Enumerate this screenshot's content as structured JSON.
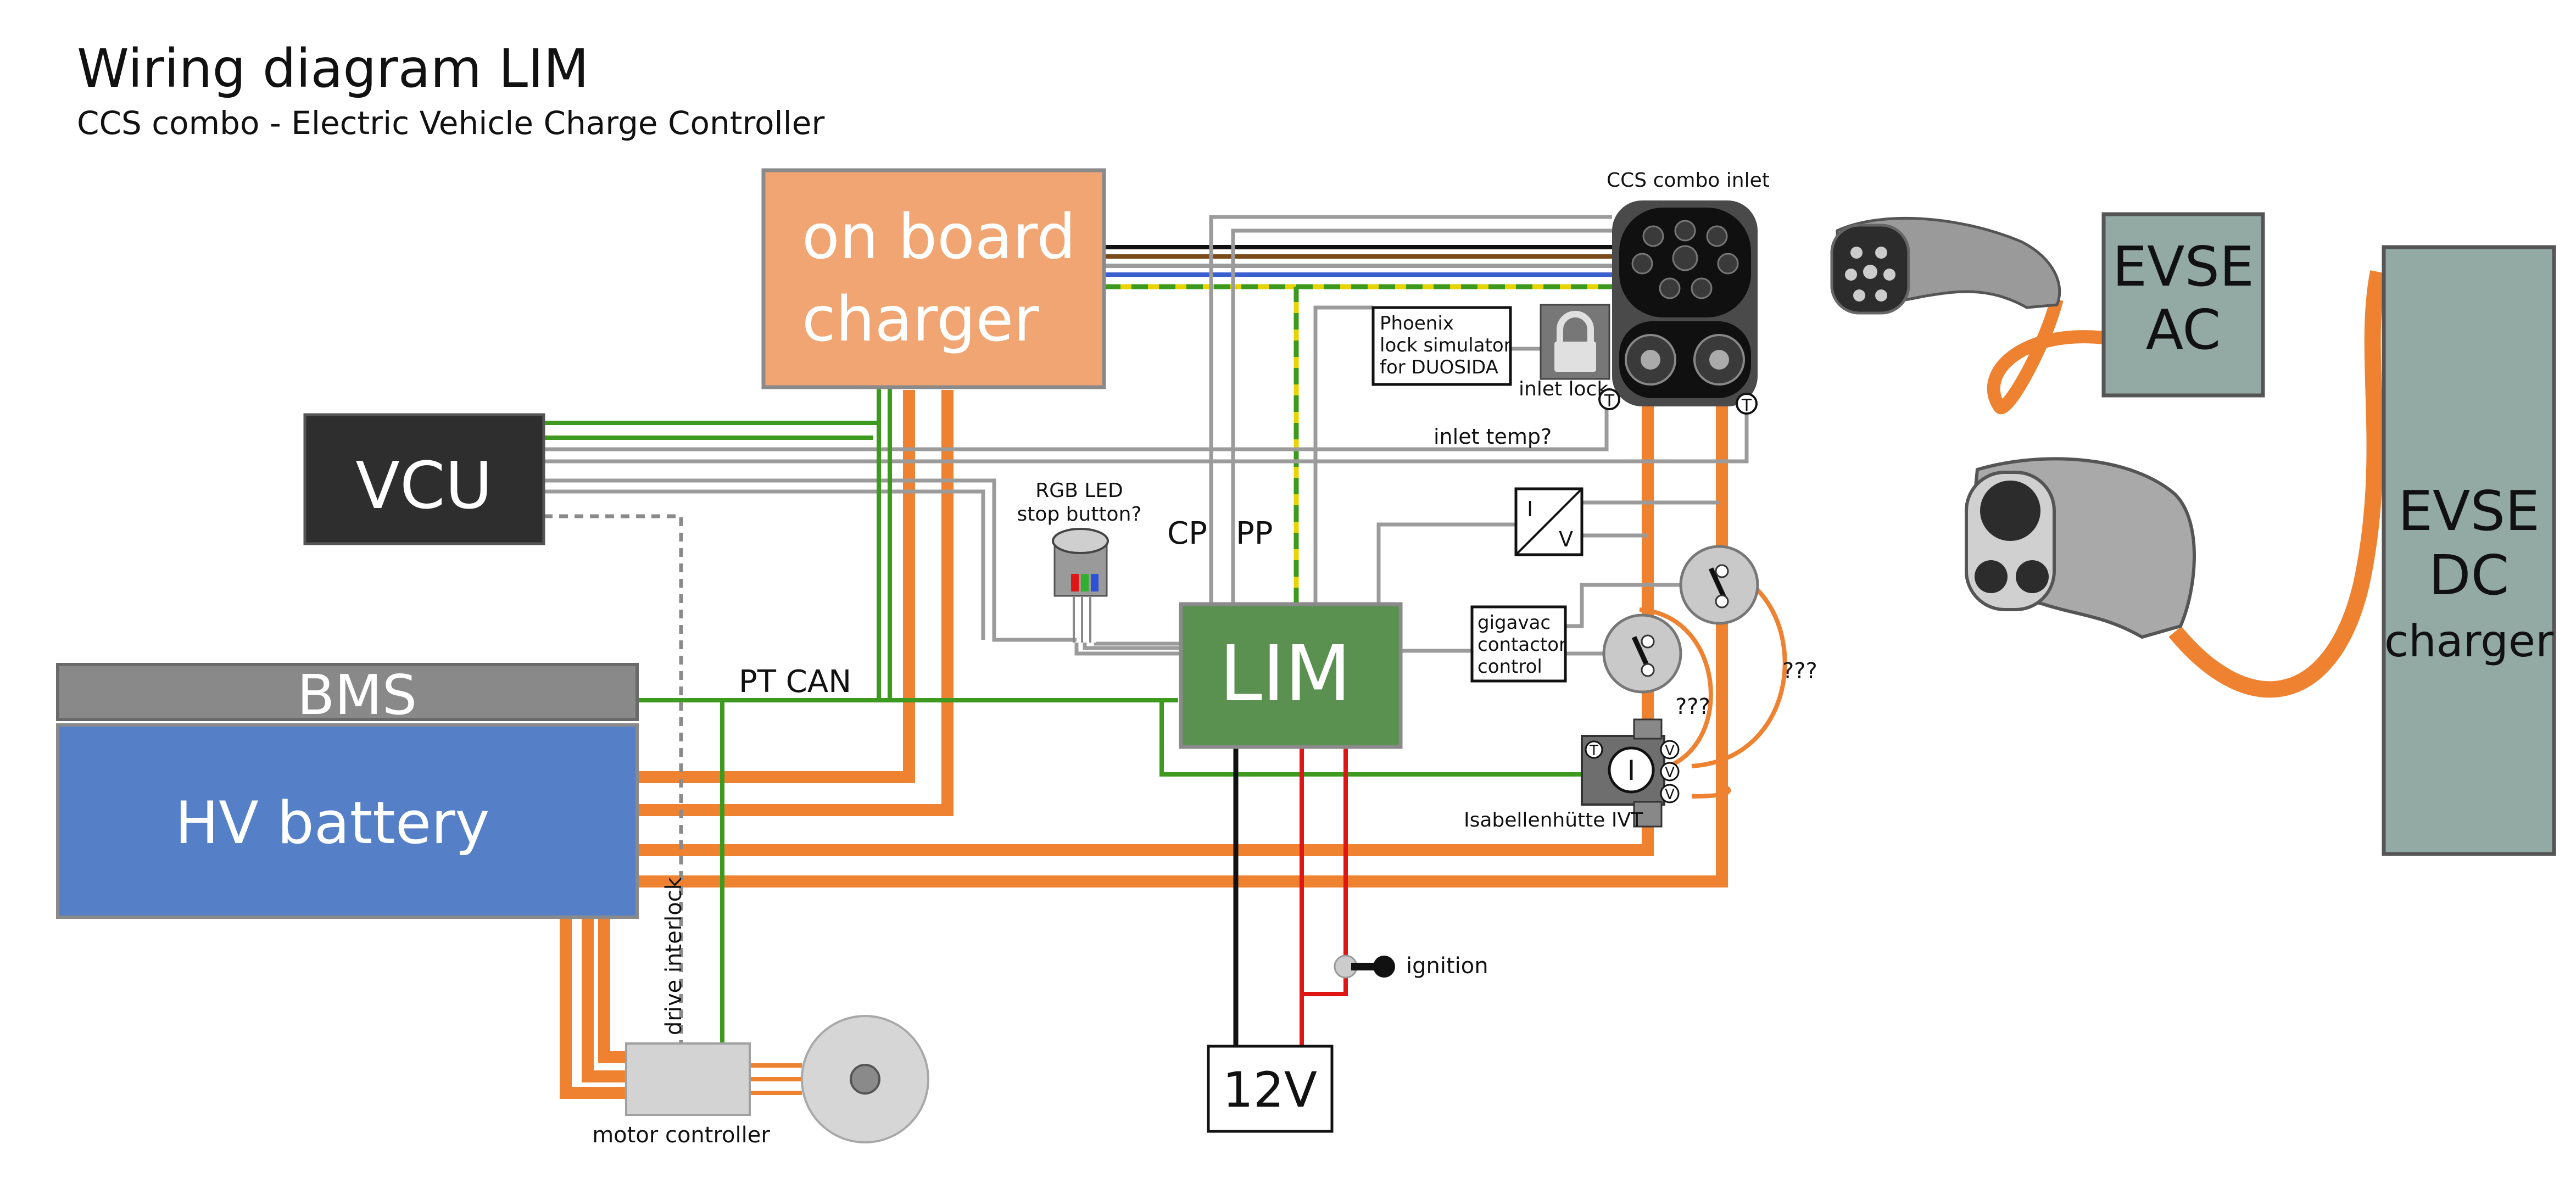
{
  "title": "Wiring diagram LIM",
  "subtitle": "CCS combo - Electric Vehicle Charge Controller",
  "components": {
    "on_board_charger": {
      "line1": "on board",
      "line2": "charger",
      "color": "#f0a572"
    },
    "vcu": {
      "label": "VCU",
      "color": "#2e2e2e"
    },
    "bms": {
      "label": "BMS",
      "color": "#898989"
    },
    "hv_battery": {
      "label": "HV battery",
      "color": "#5580c8"
    },
    "lim": {
      "label": "LIM",
      "color": "#5a9050"
    },
    "evse_ac": {
      "line1": "EVSE",
      "line2": "AC",
      "color": "#92a9a4"
    },
    "evse_dc": {
      "line1": "EVSE",
      "line2": "DC",
      "line3": "charger",
      "color": "#92a9a4"
    },
    "twelve_v": {
      "label": "12V"
    },
    "motor_controller": {
      "label": "motor controller"
    },
    "phoenix_lock": {
      "line1": "Phoenix",
      "line2": "lock simulator",
      "line3": "for DUOSIDA"
    },
    "gigavac": {
      "line1": "gigavac",
      "line2": "contactor",
      "line3": "control"
    },
    "ivt": {
      "label": "Isabellenhütte IVT"
    },
    "rgb_led": {
      "line1": "RGB LED",
      "line2": "stop button?"
    }
  },
  "labels": {
    "ccs_inlet": "CCS combo inlet",
    "inlet_lock": "inlet lock",
    "inlet_temp": "inlet temp?",
    "cp": "CP",
    "pp": "PP",
    "pt_can": "PT CAN",
    "drive_interlock": "drive interlock",
    "ignition": "ignition",
    "unknown_1": "???",
    "unknown_2": "???",
    "iv_i": "I",
    "iv_v": "V",
    "temp_symbol": "T",
    "ivt_i": "I",
    "ivt_v": "V"
  },
  "colors": {
    "hv_wire": "#ee8230",
    "can_wire": "#3d9a1e",
    "signal_wire": "#9b9b9b",
    "power_12v": "#e01515",
    "ground": "#111111"
  }
}
